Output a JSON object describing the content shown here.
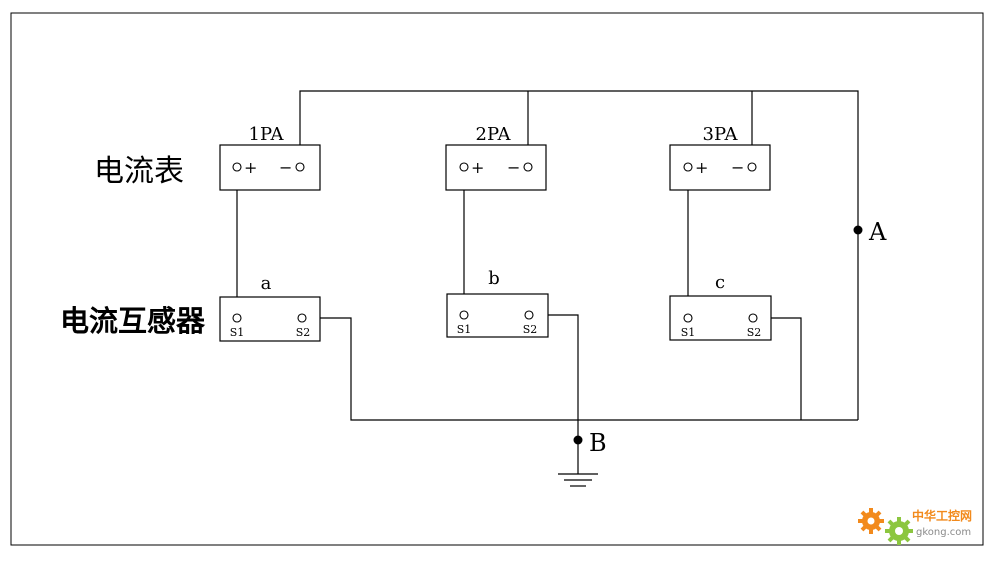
{
  "labels": {
    "ammeter_row": "电流表",
    "ct_row": "电流互感器",
    "node_a": "A",
    "node_b": "B"
  },
  "ammeters": [
    {
      "name": "1PA",
      "plus": "+",
      "minus": "−"
    },
    {
      "name": "2PA",
      "plus": "+",
      "minus": "−"
    },
    {
      "name": "3PA",
      "plus": "+",
      "minus": "−"
    }
  ],
  "transformers": [
    {
      "name": "a",
      "s1": "S1",
      "s2": "S2"
    },
    {
      "name": "b",
      "s1": "S1",
      "s2": "S2"
    },
    {
      "name": "c",
      "s1": "S1",
      "s2": "S2"
    }
  ],
  "watermark": {
    "title": "中华工控网",
    "url": "gkong.com",
    "colors": {
      "orange": "#f28a1c",
      "green": "#8cc63f"
    }
  }
}
